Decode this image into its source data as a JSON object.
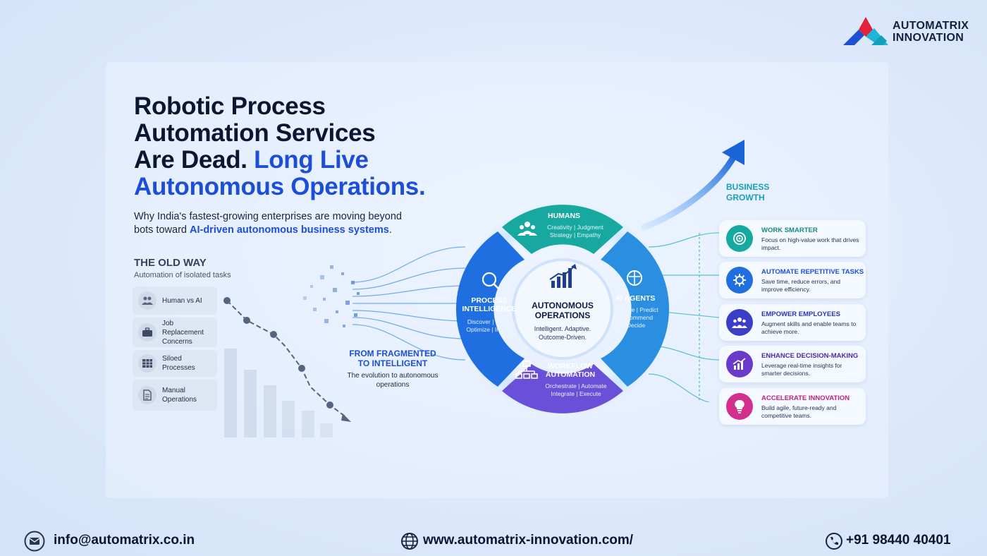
{
  "brand": {
    "line1": "AUTOMATRIX",
    "line2": "INNOVATION"
  },
  "headline": {
    "line1": "Robotic Process",
    "line2": "Automation Services",
    "line3_dark": "Are Dead.",
    "line3_blue": "Long Live",
    "line4": "Autonomous Operations."
  },
  "subtitle": {
    "text": "Why India's fastest-growing enterprises are moving beyond bots toward",
    "highlight": "AI-driven autonomous business systems",
    "end": "."
  },
  "old_way": {
    "title": "THE OLD WAY",
    "subtitle": "Automation of isolated tasks",
    "items": [
      {
        "label": "Human vs AI",
        "icon": "people-icon"
      },
      {
        "label": "Job Replacement Concerns",
        "icon": "briefcase-icon"
      },
      {
        "label": "Siloed Processes",
        "icon": "grid-icon"
      },
      {
        "label": "Manual Operations",
        "icon": "document-icon"
      }
    ]
  },
  "evolution": {
    "title": "FROM FRAGMENTED TO INTELLIGENT",
    "subtitle": "The evolution to autonomous operations"
  },
  "ring": {
    "center_title": "AUTONOMOUS OPERATIONS",
    "center_sub": "Intelligent. Adaptive. Outcome-Driven.",
    "segments": {
      "humans": {
        "title": "HUMANS",
        "sub1": "Creativity | Judgment",
        "sub2": "Strategy | Empathy",
        "color": "#17a99f"
      },
      "ai_agents": {
        "title": "AI AGENTS",
        "sub1": "Analyze | Predict",
        "sub2": "Recommend",
        "sub3": "Decide",
        "color": "#2a8fe0"
      },
      "workflow": {
        "title1": "WORKFLOW",
        "title2": "AUTOMATION",
        "sub1": "Orchestrate | Automate",
        "sub2": "Integrate | Execute",
        "color": "#6a4fd8"
      },
      "process": {
        "title1": "PROCESS",
        "title2": "INTELLIGENCE",
        "sub1": "Discover | Monitor",
        "sub2": "Optimize | Improve",
        "color": "#1f6fe0"
      }
    }
  },
  "growth": {
    "line1": "BUSINESS",
    "line2": "GROWTH"
  },
  "benefits": [
    {
      "title": "WORK SMARTER",
      "text": "Focus on high-value work that drives impact.",
      "color": "#17a99f",
      "title_color": "#138b83",
      "icon": "target-icon"
    },
    {
      "title": "AUTOMATE REPETITIVE TASKS",
      "text": "Save time, reduce errors, and improve efficiency.",
      "color": "#1f6fe0",
      "title_color": "#1d4fd6",
      "icon": "gear-icon"
    },
    {
      "title": "EMPOWER EMPLOYEES",
      "text": "Augment skills and enable teams to achieve more.",
      "color": "#3b3fc8",
      "title_color": "#2d35b8",
      "icon": "team-icon"
    },
    {
      "title": "ENHANCE DECISION-MAKING",
      "text": "Leverage real-time insights for smarter decisions.",
      "color": "#6a3bc8",
      "title_color": "#4b2aa8",
      "icon": "chart-icon"
    },
    {
      "title": "ACCELERATE INNOVATION",
      "text": "Build agile, future-ready and competitive teams.",
      "color": "#d22f8f",
      "title_color": "#c0207c",
      "icon": "bulb-icon"
    }
  ],
  "footer": {
    "email": "info@automatrix.co.in",
    "website": "www.automatrix-innovation.com/",
    "phone": "+91 98440 40401"
  }
}
